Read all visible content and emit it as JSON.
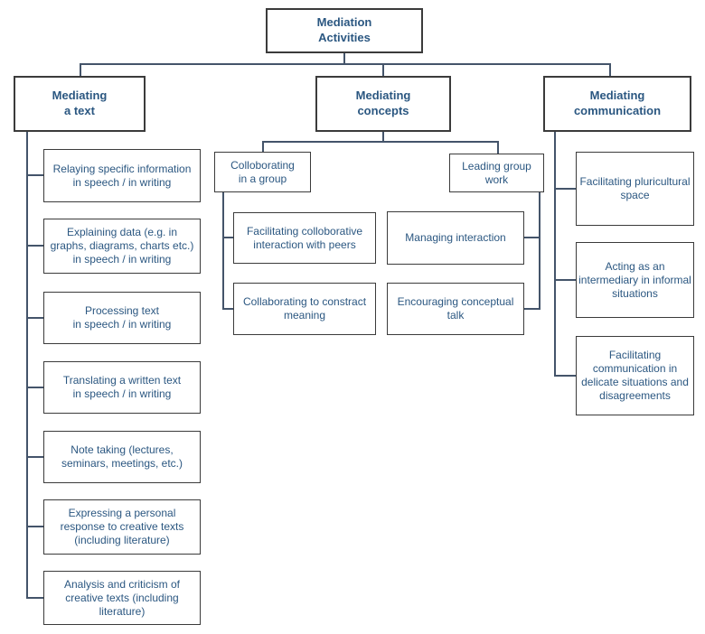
{
  "colors": {
    "text": "#2b5781",
    "border": "#3b3b3b",
    "line": "#44546A",
    "background": "#ffffff"
  },
  "tree": {
    "root": {
      "label": "Mediation\nActivities"
    },
    "branches": [
      {
        "id": "mediating-a-text",
        "label": "Mediating\na text",
        "children": [
          {
            "label": "Relaying specific information\nin speech / in writing"
          },
          {
            "label": "Explaining data (e.g. in\ngraphs, diagrams, charts etc.)\nin speech / in writing"
          },
          {
            "label": "Processing text\nin speech / in writing"
          },
          {
            "label": "Translating a written text\nin speech / in writing"
          },
          {
            "label": "Note taking (lectures,\nseminars, meetings, etc.)"
          },
          {
            "label": "Expressing a personal\nresponse to creative texts\n(including literature)"
          },
          {
            "label": "Analysis and criticism of\ncreative texts (including\nliterature)"
          }
        ]
      },
      {
        "id": "mediating-concepts",
        "label": "Mediating\nconcepts",
        "groups": [
          {
            "label": "Colloborating\nin a group",
            "children": [
              {
                "label": "Facilitating colloborative\ninteraction with peers"
              },
              {
                "label": "Collaborating to constract\nmeaning"
              }
            ]
          },
          {
            "label": "Leading group\nwork",
            "children": [
              {
                "label": "Managing interaction"
              },
              {
                "label": "Encouraging conceptual\ntalk"
              }
            ]
          }
        ]
      },
      {
        "id": "mediating-communication",
        "label": "Mediating\ncommunication",
        "children": [
          {
            "label": "Facilitating pluricultural\nspace"
          },
          {
            "label": "Acting as an\nintermediary in informal\nsituations"
          },
          {
            "label": "Facilitating\ncommunication in\ndelicate situations and\ndisagreements"
          }
        ]
      }
    ]
  }
}
